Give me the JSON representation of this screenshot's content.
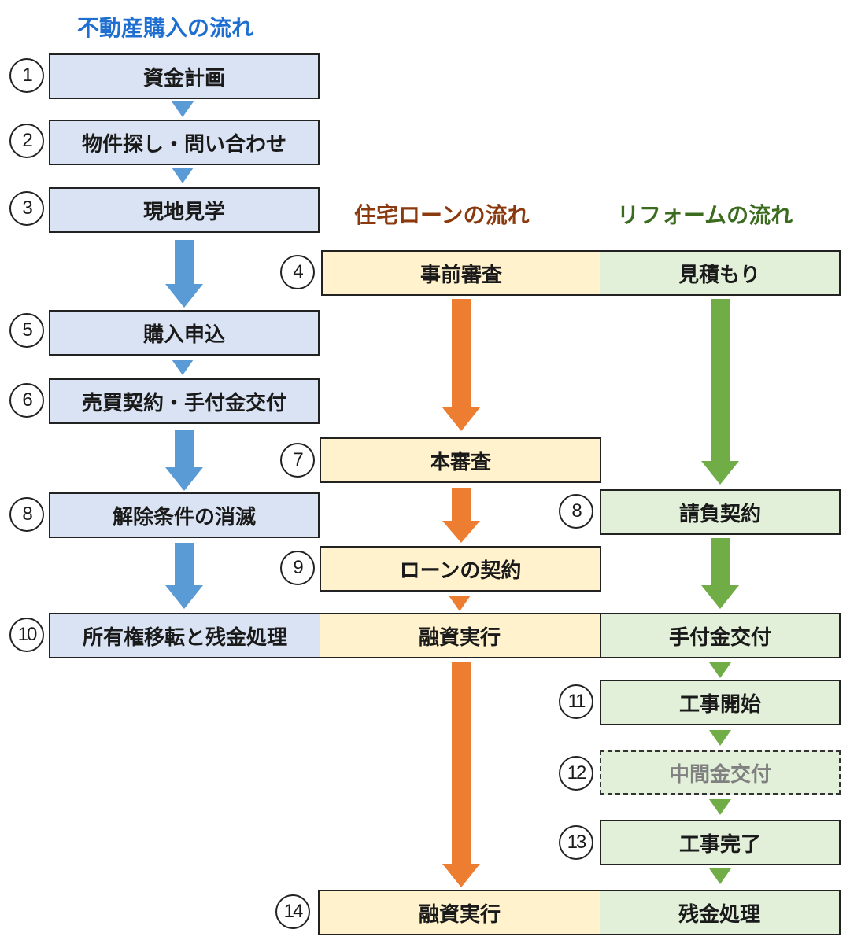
{
  "titles": {
    "purchase": "不動産購入の流れ",
    "loan": "住宅ローンの流れ",
    "reform": "リフォームの流れ"
  },
  "colors": {
    "purchase_title": "#1f6fd0",
    "loan_title": "#8b3a0f",
    "reform_title": "#3a6b1f",
    "blue_arrow": "#5b9bd5",
    "orange_arrow": "#ed7d31",
    "green_arrow": "#70ad47",
    "blue_box": "#dae3f3",
    "yellow_box": "#fff2cc",
    "green_box": "#e2f0d9"
  },
  "purchase_steps": [
    {
      "num": "1",
      "label": "資金計画"
    },
    {
      "num": "2",
      "label": "物件探し・問い合わせ"
    },
    {
      "num": "3",
      "label": "現地見学"
    },
    {
      "num": "5",
      "label": "購入申込"
    },
    {
      "num": "6",
      "label": "売買契約・手付金交付"
    },
    {
      "num": "8",
      "label": "解除条件の消滅"
    },
    {
      "num": "10",
      "label": "所有権移転と残金処理"
    }
  ],
  "loan_steps": [
    {
      "num": "4",
      "label": "事前審査"
    },
    {
      "num": "7",
      "label": "本審査"
    },
    {
      "num": "9",
      "label": "ローンの契約"
    },
    {
      "num": "",
      "label": "融資実行"
    },
    {
      "num": "14",
      "label": "融資実行"
    }
  ],
  "reform_steps": [
    {
      "num": "",
      "label": "見積もり"
    },
    {
      "num": "8",
      "label": "請負契約"
    },
    {
      "num": "",
      "label": "手付金交付"
    },
    {
      "num": "11",
      "label": "工事開始"
    },
    {
      "num": "12",
      "label": "中間金交付",
      "optional": true
    },
    {
      "num": "13",
      "label": "工事完了"
    },
    {
      "num": "",
      "label": "残金処理"
    }
  ]
}
